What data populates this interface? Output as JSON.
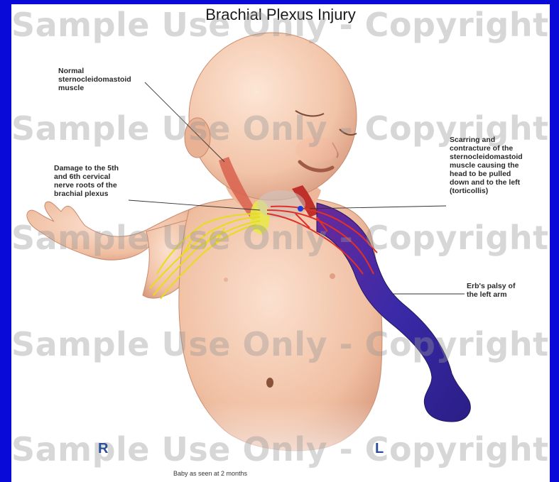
{
  "title": "Brachial Plexus Injury",
  "watermark": "Sample Use Only - Copyrighted",
  "labels": {
    "normal_muscle": "Normal\nsternocleidomastoid\nmuscle",
    "damage_nerve": "Damage to the 5th\nand 6th cervical\nnerve roots of the\nbrachial plexus",
    "scarring": "Scarring and\ncontracture of the\nsternocleidomastoid\nmuscle causing the\nhead to be pulled\ndown and to the left\n(torticollis)",
    "erbs_palsy": "Erb's palsy of\nthe left arm"
  },
  "side_markers": {
    "right": "R",
    "left": "L"
  },
  "caption": "Baby as seen at 2 months",
  "colors": {
    "frame": "#0a0ad8",
    "skin": "#f3c4a8",
    "palsy_arm": "#3a2aa0",
    "nerve": "#e8e020",
    "muscle": "#d84a3a"
  }
}
